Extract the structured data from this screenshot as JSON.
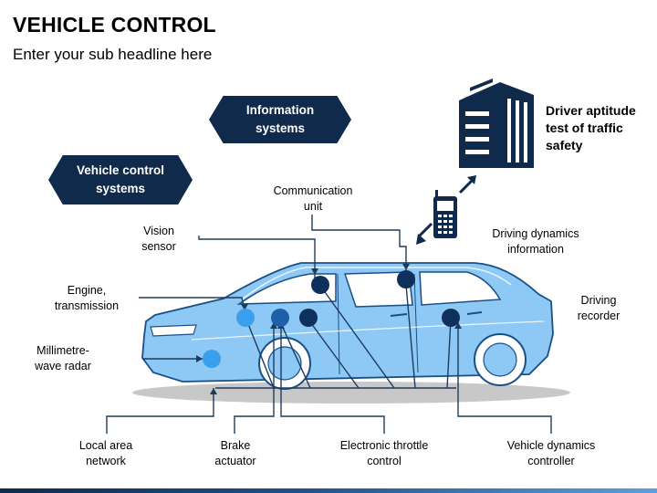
{
  "header": {
    "title": "VEHICLE CONTROL",
    "subtitle": "Enter your sub headline here"
  },
  "badges": {
    "information_systems": "Information systems",
    "vehicle_control_systems": "Vehicle control systems"
  },
  "labels": {
    "driver_aptitude": "Driver aptitude test of traffic safety",
    "communication_unit": "Communication unit",
    "vision_sensor": "Vision sensor",
    "driving_dynamics_information": "Driving dynamics information",
    "engine_transmission": "Engine, transmission",
    "driving_recorder": "Driving recorder",
    "millimetre_wave_radar": "Millimetre-wave radar",
    "local_area_network": "Local area network",
    "brake_actuator": "Brake actuator",
    "electronic_throttle_control": "Electronic throttle control",
    "vehicle_dynamics_controller": "Vehicle dynamics controller"
  },
  "colors": {
    "navy": "#0f2a4a",
    "car_body": "#8ec9f5",
    "car_outline": "#1a4f86",
    "dot_light": "#3aa0ee",
    "dot_mid": "#1f5ea8",
    "dot_dark": "#0f2f5c"
  }
}
